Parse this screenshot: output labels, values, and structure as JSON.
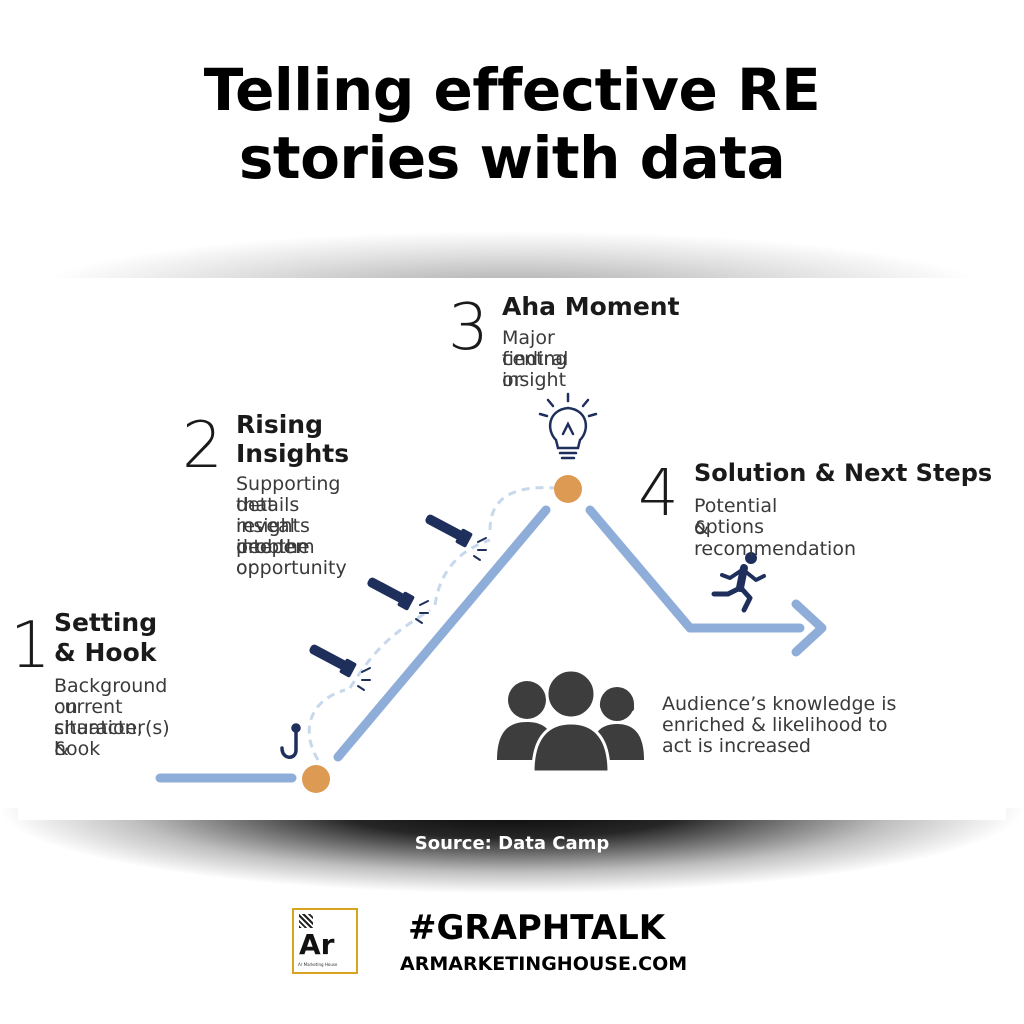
{
  "title": {
    "line1": "Telling effective RE",
    "line2": "stories with data"
  },
  "steps": [
    {
      "number": "1",
      "heading": [
        "Setting",
        "& Hook"
      ],
      "description": [
        "Background on",
        "current situation,",
        "character(s) &",
        "hook"
      ]
    },
    {
      "number": "2",
      "heading": [
        "Rising",
        "Insights"
      ],
      "description": [
        "Supporting details",
        "that reveal deeper",
        "insights into the",
        "problem or",
        "opportunity"
      ]
    },
    {
      "number": "3",
      "heading": [
        "Aha Moment"
      ],
      "description": [
        "Major finding or",
        "central insight"
      ]
    },
    {
      "number": "4",
      "heading": [
        "Solution & Next Steps"
      ],
      "description": [
        "Potential options",
        "& recommendation"
      ]
    }
  ],
  "audience": [
    "Audience’s knowledge is",
    "enriched & likelihood to",
    "act is increased"
  ],
  "source": "Source: Data Camp",
  "footer": {
    "hashtag": "#GRAPHTALK",
    "website": "ARMARKETINGHOUSE.COM",
    "logo_text": "Ar",
    "logo_small": "Ar Marketing House"
  },
  "colors": {
    "path": "#8fadd9",
    "dashed": "#c8d8ec",
    "node": "#dd9a52",
    "icon": "#1f2f5c",
    "people": "#3d3d3d",
    "logo_border": "#d9a520"
  },
  "icons": [
    "hook-icon",
    "flashlight-icon",
    "lightbulb-icon",
    "runner-icon",
    "audience-icon"
  ]
}
